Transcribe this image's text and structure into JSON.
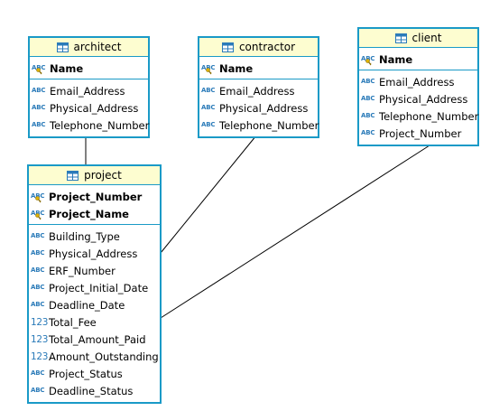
{
  "entities": {
    "architect": {
      "name": "architect",
      "keys": [
        {
          "label": "Name",
          "type": "abc"
        }
      ],
      "attributes": [
        {
          "label": "Email_Address",
          "type": "abc"
        },
        {
          "label": "Physical_Address",
          "type": "abc"
        },
        {
          "label": "Telephone_Number",
          "type": "abc"
        }
      ]
    },
    "contractor": {
      "name": "contractor",
      "keys": [
        {
          "label": "Name",
          "type": "abc"
        }
      ],
      "attributes": [
        {
          "label": "Email_Address",
          "type": "abc"
        },
        {
          "label": "Physical_Address",
          "type": "abc"
        },
        {
          "label": "Telephone_Number",
          "type": "abc"
        }
      ]
    },
    "client": {
      "name": "client",
      "keys": [
        {
          "label": "Name",
          "type": "abc"
        }
      ],
      "attributes": [
        {
          "label": "Email_Address",
          "type": "abc"
        },
        {
          "label": "Physical_Address",
          "type": "abc"
        },
        {
          "label": "Telephone_Number",
          "type": "abc"
        },
        {
          "label": "Project_Number",
          "type": "abc"
        }
      ]
    },
    "project": {
      "name": "project",
      "keys": [
        {
          "label": "Project_Number",
          "type": "abc"
        },
        {
          "label": "Project_Name",
          "type": "abc"
        }
      ],
      "attributes": [
        {
          "label": "Building_Type",
          "type": "abc"
        },
        {
          "label": "Physical_Address",
          "type": "abc"
        },
        {
          "label": "ERF_Number",
          "type": "abc"
        },
        {
          "label": "Project_Initial_Date",
          "type": "abc"
        },
        {
          "label": "Deadline_Date",
          "type": "abc"
        },
        {
          "label": "Total_Fee",
          "type": "123"
        },
        {
          "label": "Total_Amount_Paid",
          "type": "123"
        },
        {
          "label": "Amount_Outstanding",
          "type": "123"
        },
        {
          "label": "Project_Status",
          "type": "abc"
        },
        {
          "label": "Deadline_Status",
          "type": "abc"
        }
      ]
    }
  },
  "relationships": [
    {
      "from": "architect",
      "to": "project"
    },
    {
      "from": "contractor",
      "to": "project"
    },
    {
      "from": "client",
      "to": "project"
    }
  ],
  "colors": {
    "border": "#1a9ac7",
    "header_bg": "#fdfdd0",
    "type_icon": "#2b7bb9",
    "link": "#000000"
  }
}
